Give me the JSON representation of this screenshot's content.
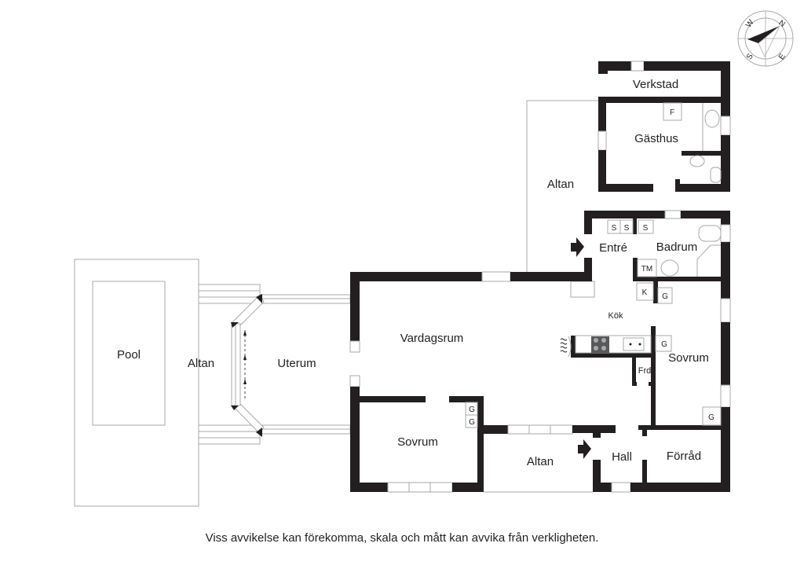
{
  "plan": {
    "rooms": {
      "pool": "Pool",
      "altan_pool": "Altan",
      "uterum": "Uterum",
      "vardagsrum": "Vardagsrum",
      "kok": "Kök",
      "entre": "Entré",
      "badrum": "Badrum",
      "sovrum_right": "Sovrum",
      "sovrum_left": "Sovrum",
      "altan_bottom": "Altan",
      "hall": "Hall",
      "forrad": "Förråd",
      "altan_top": "Altan",
      "verkstad": "Verkstad",
      "gasthus": "Gästhus",
      "frd": "Frd"
    },
    "fixtures": {
      "f": "F",
      "s1": "S",
      "s2": "S",
      "s3": "S",
      "tm": "TM",
      "k": "K",
      "g_kok": "G",
      "g_sovrum_top": "G",
      "g_sovrum_bottom": "G",
      "g_left_1": "G",
      "g_left_2": "G"
    },
    "compass": {
      "n": "N",
      "e": "E",
      "s": "S",
      "w": "W"
    }
  },
  "disclaimer": "Viss avvikelse kan förekomma, skala och mått kan avvika från verkligheten."
}
